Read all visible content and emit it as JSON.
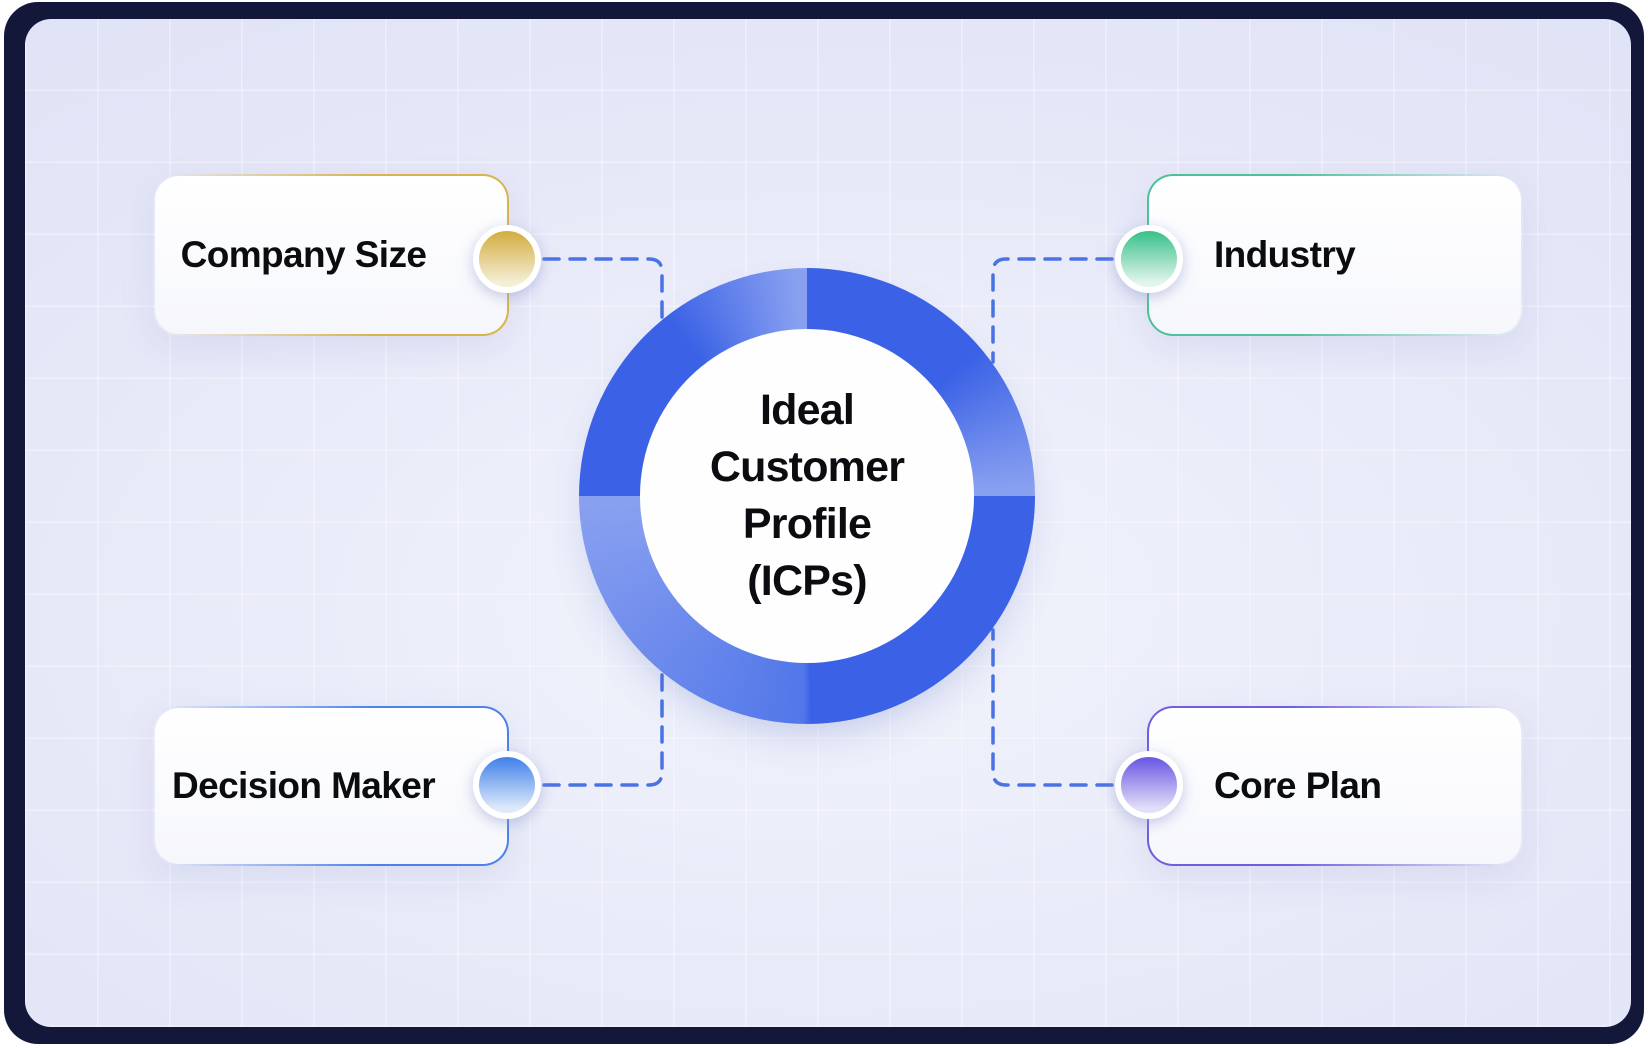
{
  "title": "Ideal Customer Profile (ICPs) diagram",
  "center": {
    "lines": [
      "Ideal",
      "Customer",
      "Profile",
      "(ICPs)"
    ]
  },
  "cards": [
    {
      "label": "Company Size",
      "position": "top-left",
      "accent": "#D8B44B",
      "node_top": "#D4AF45",
      "node_bottom": "#F5EED6"
    },
    {
      "label": "Industry",
      "position": "top-right",
      "accent": "#4EC197",
      "node_top": "#3EC28E",
      "node_bottom": "#E2F5EC"
    },
    {
      "label": "Decision Maker",
      "position": "bottom-left",
      "accent": "#4C82EA",
      "node_top": "#4784EA",
      "node_bottom": "#DEEAFA"
    },
    {
      "label": "Core Plan",
      "position": "bottom-right",
      "accent": "#6F5FE0",
      "node_top": "#6D5BE3",
      "node_bottom": "#E2DFF8"
    }
  ],
  "colors": {
    "frame": "#13183A",
    "canvas_base": "#DEE1F5",
    "canvas_light": "#F1F3FB",
    "connector": "#4A72E4",
    "ring_primary": "#3B62E6",
    "ring_light": "#89A0F0",
    "ring_medium": "#5277E9",
    "text": "#0B0C10"
  }
}
